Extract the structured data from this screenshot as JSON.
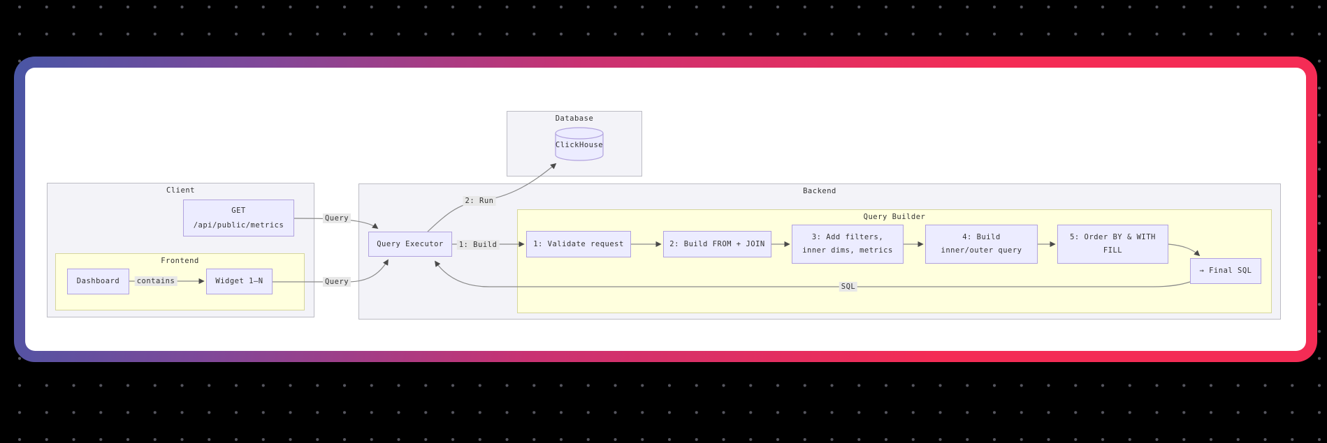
{
  "diagram": {
    "clusters": {
      "database": {
        "label": "Database"
      },
      "client": {
        "label": "Client"
      },
      "frontend": {
        "label": "Frontend"
      },
      "backend": {
        "label": "Backend"
      },
      "query_builder": {
        "label": "Query Builder"
      }
    },
    "nodes": {
      "clickhouse": {
        "label": "ClickHouse"
      },
      "get_endpoint": {
        "line1": "GET",
        "line2": "/api/public/metrics"
      },
      "dashboard": {
        "label": "Dashboard"
      },
      "widget": {
        "label": "Widget 1–N"
      },
      "query_executor": {
        "label": "Query Executor"
      },
      "step1": {
        "label": "1: Validate request"
      },
      "step2": {
        "label": "2: Build FROM + JOIN"
      },
      "step3": {
        "line1": "3: Add filters,",
        "line2": "inner dims, metrics"
      },
      "step4": {
        "line1": "4: Build",
        "line2": "inner/outer query"
      },
      "step5": {
        "line1": "5: Order BY & WITH",
        "line2": "FILL"
      },
      "final_sql": {
        "label": "→ Final SQL"
      }
    },
    "edge_labels": {
      "query_from_get": "Query",
      "query_from_widget": "Query",
      "run": "2: Run",
      "build": "1: Build",
      "sql": "SQL",
      "contains": "contains"
    },
    "colors": {
      "node_fill": "#ECECFF",
      "node_border": "#b1a2de",
      "cluster_gray_fill": "#f3f3f8",
      "cluster_yellow_fill": "#ffffde",
      "edge_line": "#8a8a8a",
      "card_gradient_start": "#4956a5",
      "card_gradient_end": "#f42c55",
      "background": "#000000"
    }
  }
}
